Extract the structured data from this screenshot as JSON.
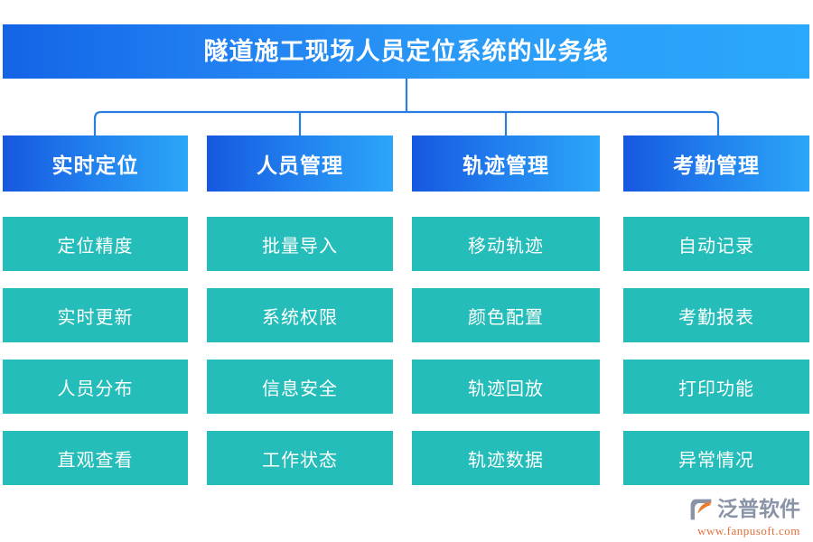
{
  "title": {
    "text": "隧道施工现场人员定位系统的业务线"
  },
  "theme": {
    "banner_gradient_from": "#1464e6",
    "banner_gradient_to": "#2aa8fb",
    "category_gradient_from": "#1658e0",
    "category_gradient_to": "#2ba6f8",
    "item_color": "#24bdba",
    "connector_color": "#2a7de1",
    "text_color": "#ffffff",
    "logo_word_color": "#8a94a6",
    "logo_url_color": "#e0703a",
    "logo_mark_accent": "#ee7c2f",
    "page_background": "#ffffff"
  },
  "columns": [
    {
      "category": "实时定位",
      "items": [
        "定位精度",
        "实时更新",
        "人员分布",
        "直观查看"
      ]
    },
    {
      "category": "人员管理",
      "items": [
        "批量导入",
        "系统权限",
        "信息安全",
        "工作状态"
      ]
    },
    {
      "category": "轨迹管理",
      "items": [
        "移动轨迹",
        "颜色配置",
        "轨迹回放",
        "轨迹数据"
      ]
    },
    {
      "category": "考勤管理",
      "items": [
        "自动记录",
        "考勤报表",
        "打印功能",
        "异常情况"
      ]
    }
  ],
  "logo": {
    "brand": "泛普软件",
    "url": "www.fanpusoft.com",
    "mark_icon": "fanpu-hexagon-swoosh-icon"
  }
}
